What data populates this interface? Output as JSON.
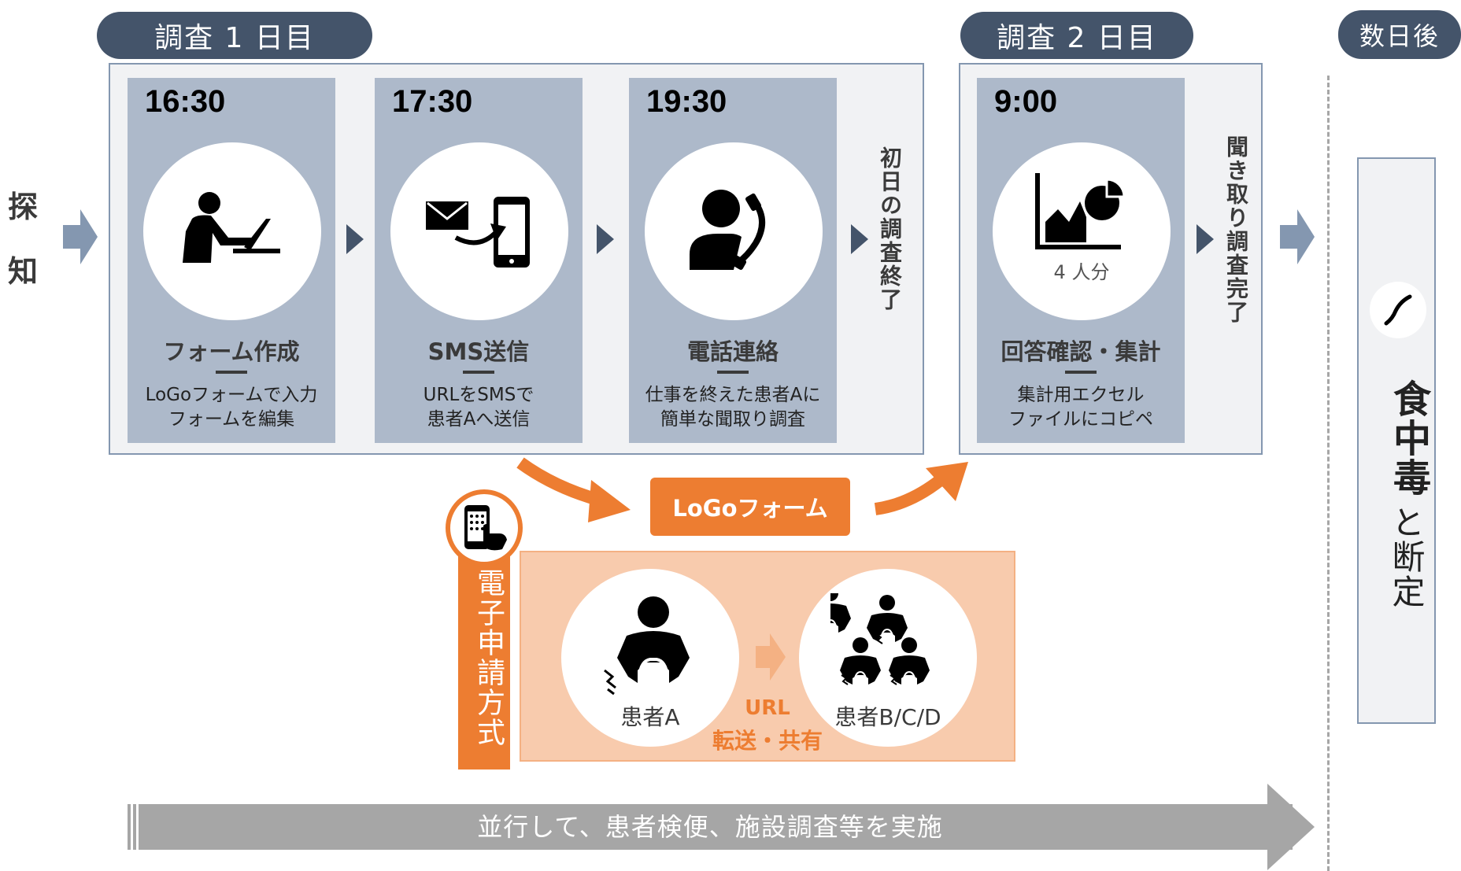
{
  "detect_label": "探知",
  "day1": {
    "tag": "調査 1 日目"
  },
  "day2": {
    "tag": "調査 2 日目"
  },
  "later": {
    "tag": "数日後"
  },
  "cards": [
    {
      "time": "16:30",
      "title": "フォーム作成",
      "desc": "LoGoフォームで入力\nフォームを編集",
      "icon": "person-laptop-icon"
    },
    {
      "time": "17:30",
      "title": "SMS送信",
      "desc": "URLをSMSで\n患者Aへ送信",
      "icon": "sms-send-icon"
    },
    {
      "time": "19:30",
      "title": "電話連絡",
      "desc": "仕事を終えた患者Aに\n簡単な聞取り調査",
      "icon": "phone-call-icon"
    },
    {
      "time": "9:00",
      "title": "回答確認・集計",
      "desc": "集計用エクセル\nファイルにコピペ",
      "icon": "chart-icon",
      "count": "4 人分"
    }
  ],
  "day1_end": "初日の調査終了",
  "day2_end": "聞き取り調査完了",
  "logo_form": "LoGoフォーム",
  "e_app": "電子申請方式",
  "patient_a": "患者A",
  "patients_bcd": "患者B/C/D",
  "url_label": "URL",
  "share_label": "転送・共有",
  "verdict_main": "食中毒",
  "verdict_rest": "と断定",
  "bottom_arrow": "並行して、患者検便、施設調査等を実施",
  "colors": {
    "navy": "#44546a",
    "card": "#adb9ca",
    "orange": "#ed7d31",
    "peach": "#f8cbad",
    "gray": "#a6a6a6"
  }
}
